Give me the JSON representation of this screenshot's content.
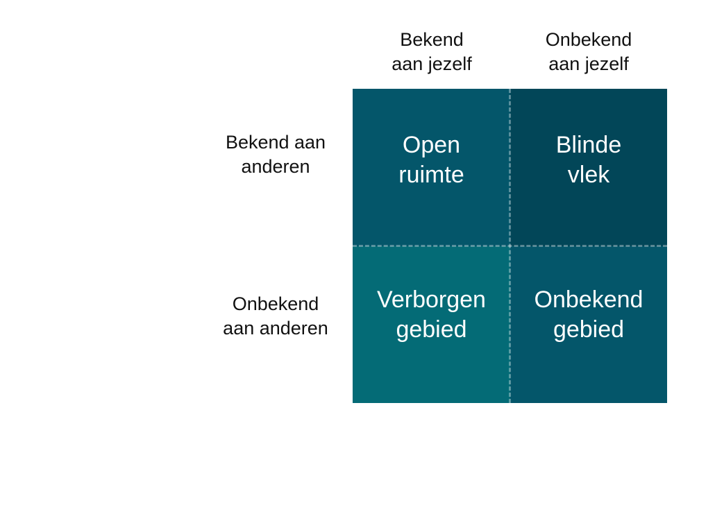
{
  "columns": [
    {
      "label": "Bekend\naan jezelf"
    },
    {
      "label": "Onbekend\naan jezelf"
    }
  ],
  "rows": [
    {
      "label": "Bekend aan\nanderen"
    },
    {
      "label": "Onbekend\naan anderen"
    }
  ],
  "cells": [
    {
      "label": "Open\nruimte",
      "color": "#04566a"
    },
    {
      "label": "Blinde\nvlek",
      "color": "#024658"
    },
    {
      "label": "Verborgen\ngebied",
      "color": "#046b76"
    },
    {
      "label": "Onbekend\ngebied",
      "color": "#04566a"
    }
  ]
}
